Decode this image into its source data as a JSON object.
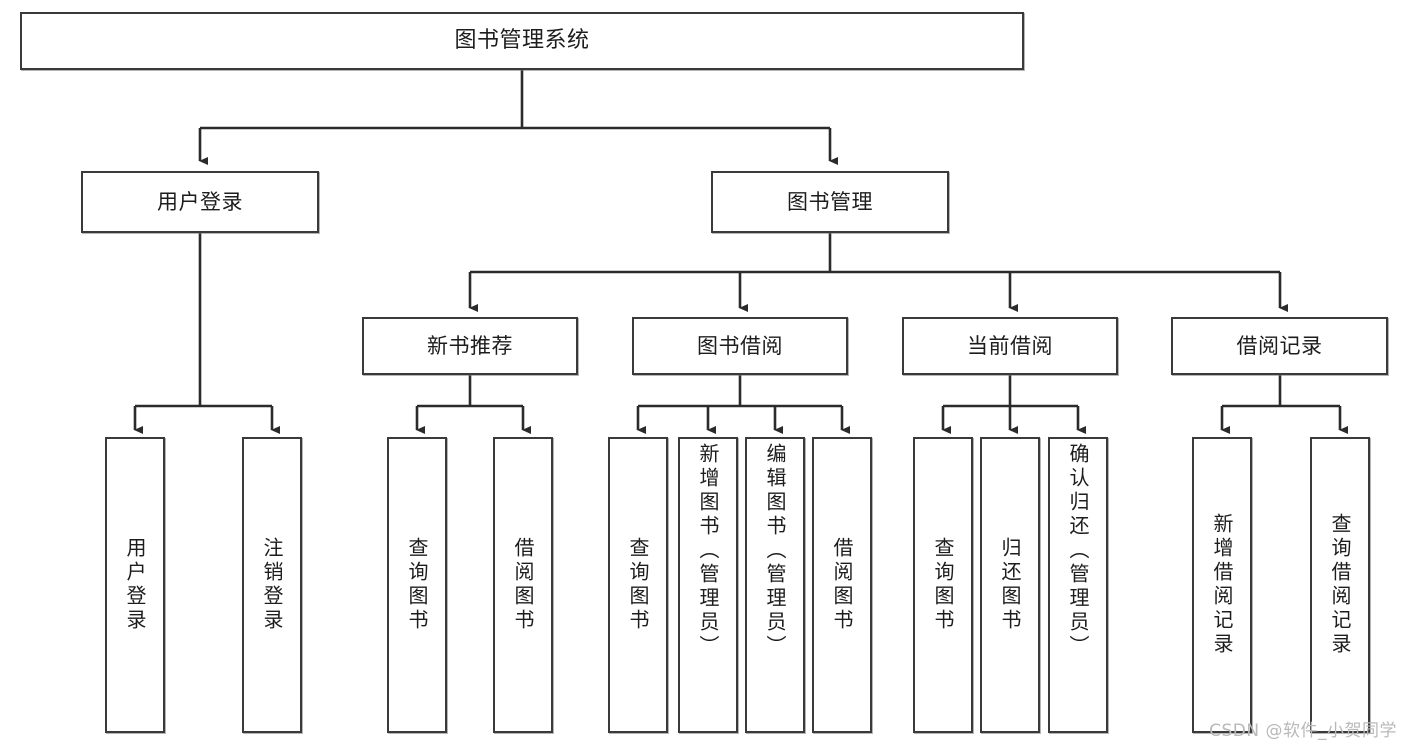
{
  "diagram": {
    "type": "tree-hierarchy",
    "title": "图书管理系统",
    "watermark": "CSDN @软件_小贺同学",
    "colors": {
      "box_border": "#3a3a3a",
      "box_fill": "#ffffff",
      "connector": "#2b2b2b",
      "text": "#1d1d1d",
      "watermark": "#b9b9b9"
    },
    "nodes": {
      "root": {
        "label": "图书管理系统"
      },
      "level2": [
        {
          "label": "用户登录"
        },
        {
          "label": "图书管理"
        }
      ],
      "level3": [
        {
          "label": "新书推荐"
        },
        {
          "label": "图书借阅"
        },
        {
          "label": "当前借阅"
        },
        {
          "label": "借阅记录"
        }
      ],
      "leaves": {
        "user_login": [
          {
            "label": "用户登录"
          },
          {
            "label": "注销登录"
          }
        ],
        "new_book_recommend": [
          {
            "label": "查询图书"
          },
          {
            "label": "借阅图书"
          }
        ],
        "book_borrow": [
          {
            "label": "查询图书"
          },
          {
            "label": "新增图书（管理员）"
          },
          {
            "label": "编辑图书（管理员）"
          },
          {
            "label": "借阅图书"
          }
        ],
        "current_borrow": [
          {
            "label": "查询图书"
          },
          {
            "label": "归还图书"
          },
          {
            "label": "确认归还（管理员）"
          }
        ],
        "borrow_record": [
          {
            "label": "新增借阅记录"
          },
          {
            "label": "查询借阅记录"
          }
        ]
      }
    }
  }
}
